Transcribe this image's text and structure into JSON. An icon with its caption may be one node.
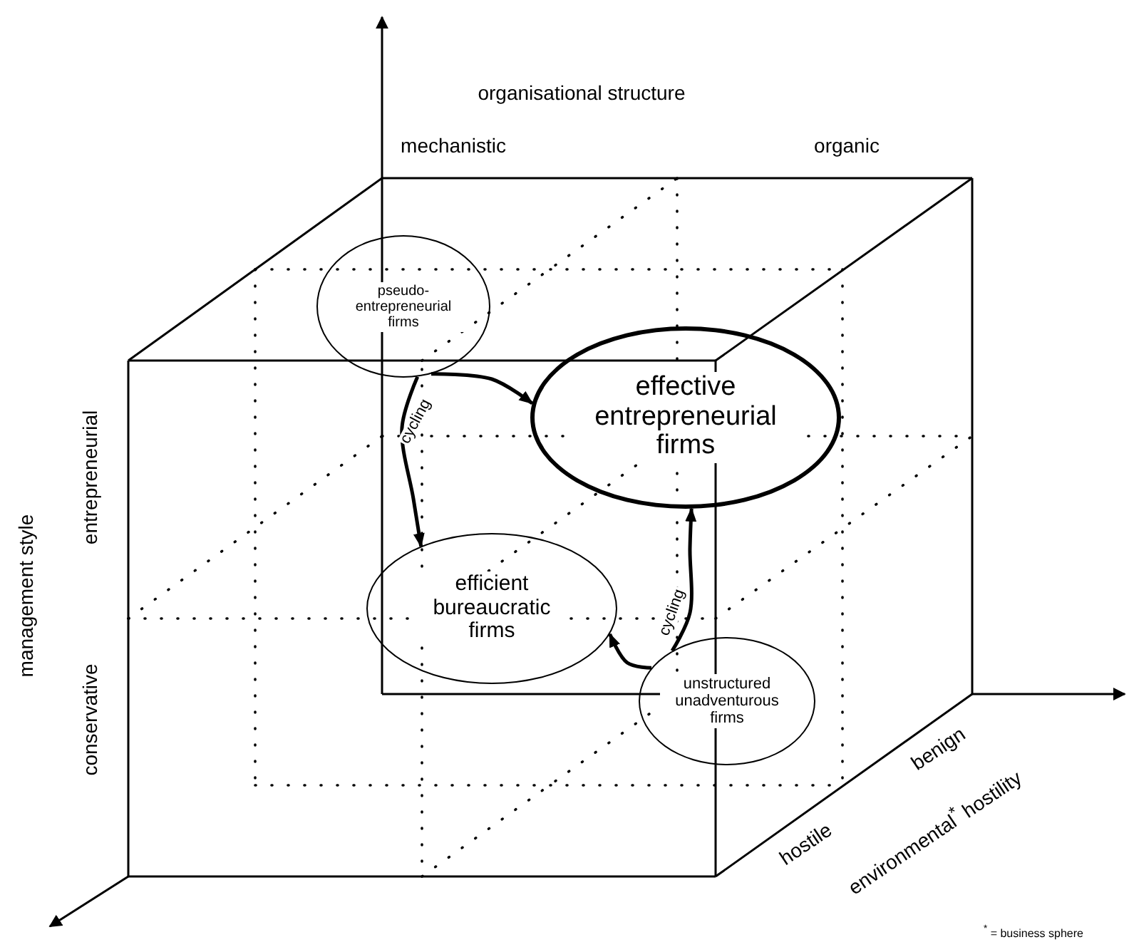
{
  "diagram": {
    "nodes": [
      {
        "text": [
          "pseudo-entrepreneurial firms"
        ]
      },
      {
        "text": [
          "effective entrepreneurial firms"
        ]
      },
      {
        "text": [
          "efficient bureaucratic firms"
        ]
      },
      {
        "text": [
          "unstructured unadventurous firms"
        ]
      }
    ],
    "edges": [
      {
        "from": 0,
        "to": 1,
        "arrow": "to"
      },
      {
        "from": 0,
        "to": 2,
        "arrow": "to",
        "label": "cycling"
      },
      {
        "from": 3,
        "to": 1,
        "arrow": "to",
        "label": "cycling"
      },
      {
        "from": 3,
        "to": 2,
        "arrow": "to"
      }
    ],
    "labels": [
      "organisational structure",
      "mechanistic",
      "organic",
      "management style",
      "entrepreneurial",
      "conservative",
      "hostile",
      "benign",
      "environmental$^{*}$ hostility",
      "$^{*}$ = business sphere"
    ]
  }
}
